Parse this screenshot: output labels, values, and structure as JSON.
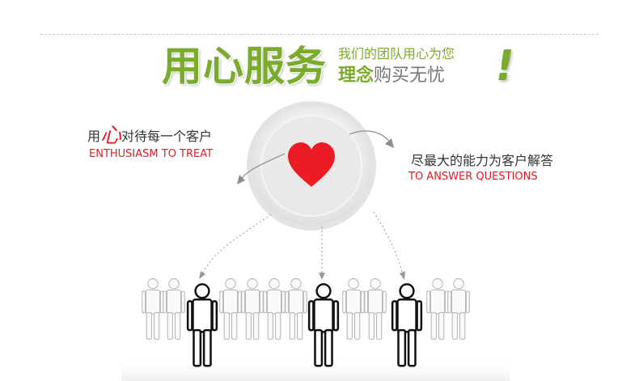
{
  "header": {
    "main_title": "用心服务",
    "sub_title_top": "我们的团队用心为您",
    "sub_title_bottom_bold": "理念",
    "sub_title_bottom_rest": "购买无忧",
    "exclamation": "!"
  },
  "left_caption": {
    "cn_prefix": "用",
    "cn_highlight": "心",
    "cn_rest": "对待每一个客户",
    "en": "ENTHUSIASM TO TREAT"
  },
  "right_caption": {
    "cn": "尽最大的能力为客户解答",
    "en": "TO ANSWER QUESTIONS"
  },
  "colors": {
    "accent_green": "#7aab2a",
    "heart_red": "#ec1c24",
    "text_red": "#e31b23",
    "figure_light": "#bdbdbd",
    "figure_dark": "#111111"
  },
  "icons": [
    "heart-icon",
    "person-icon",
    "curved-arrow-icon"
  ]
}
